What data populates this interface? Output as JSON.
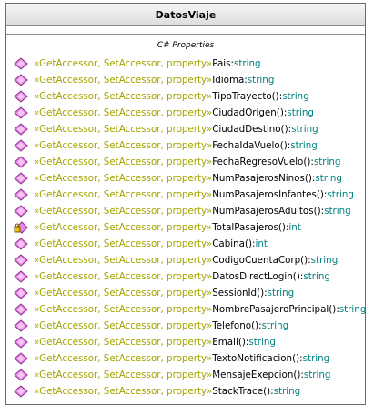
{
  "class_name": "DatosViaje",
  "section_title": "C# Properties",
  "colors": {
    "stereotype": "#a4a400",
    "type": "#008080",
    "icon_fill": "#e888e8",
    "icon_stroke": "#8a2f8a",
    "lock_fill": "#f0c000"
  },
  "members": [
    {
      "stereotype": "«GetAccessor, SetAccessor, property»",
      "name": "Pais",
      "params": "",
      "type": "string",
      "icon": "property-icon"
    },
    {
      "stereotype": "«GetAccessor, SetAccessor, property»",
      "name": "Idioma",
      "params": "",
      "type": "string",
      "icon": "property-icon"
    },
    {
      "stereotype": "«GetAccessor, SetAccessor, property»",
      "name": "TipoTrayecto",
      "params": "()",
      "type": "string",
      "icon": "property-icon"
    },
    {
      "stereotype": "«GetAccessor, SetAccessor, property»",
      "name": "CiudadOrigen",
      "params": "()",
      "type": "string",
      "icon": "property-icon"
    },
    {
      "stereotype": "«GetAccessor, SetAccessor, property»",
      "name": "CiudadDestino",
      "params": "()",
      "type": "string",
      "icon": "property-icon"
    },
    {
      "stereotype": "«GetAccessor, SetAccessor, property»",
      "name": "FechaIdaVuelo",
      "params": "()",
      "type": "string",
      "icon": "property-icon"
    },
    {
      "stereotype": "«GetAccessor, SetAccessor, property»",
      "name": "FechaRegresoVuelo",
      "params": "()",
      "type": "string",
      "icon": "property-icon"
    },
    {
      "stereotype": "«GetAccessor, SetAccessor, property»",
      "name": "NumPasajerosNinos",
      "params": "()",
      "type": "string",
      "icon": "property-icon"
    },
    {
      "stereotype": "«GetAccessor, SetAccessor, property»",
      "name": "NumPasajerosInfantes",
      "params": "()",
      "type": "string",
      "icon": "property-icon"
    },
    {
      "stereotype": "«GetAccessor, SetAccessor, property»",
      "name": "NumPasajerosAdultos",
      "params": "()",
      "type": "string",
      "icon": "property-icon"
    },
    {
      "stereotype": "«GetAccessor, SetAccessor, property»",
      "name": "TotalPasajeros",
      "params": " ()",
      "type": "int",
      "icon": "locked-property-icon"
    },
    {
      "stereotype": "«GetAccessor, SetAccessor, property»",
      "name": "Cabina",
      "params": "()",
      "type": "int",
      "icon": "property-icon"
    },
    {
      "stereotype": "«GetAccessor, SetAccessor, property»",
      "name": "CodigoCuentaCorp",
      "params": "()",
      "type": "string",
      "icon": "property-icon"
    },
    {
      "stereotype": "«GetAccessor, SetAccessor, property»",
      "name": "DatosDirectLogin",
      "params": "()",
      "type": "string",
      "icon": "property-icon"
    },
    {
      "stereotype": "«GetAccessor, SetAccessor, property»",
      "name": "SessionId",
      "params": "()",
      "type": "string",
      "icon": "property-icon"
    },
    {
      "stereotype": "«GetAccessor, SetAccessor, property»",
      "name": "NombrePasajeroPrincipal",
      "params": "()",
      "type": "string",
      "icon": "property-icon"
    },
    {
      "stereotype": "«GetAccessor, SetAccessor, property»",
      "name": "Telefono",
      "params": " ()",
      "type": "string",
      "icon": "property-icon"
    },
    {
      "stereotype": "«GetAccessor, SetAccessor, property»",
      "name": "Email",
      "params": "()",
      "type": "string",
      "icon": "property-icon"
    },
    {
      "stereotype": "«GetAccessor, SetAccessor, property»",
      "name": "TextoNotificacion",
      "params": " ()",
      "type": "string",
      "icon": "property-icon"
    },
    {
      "stereotype": "«GetAccessor, SetAccessor, property»",
      "name": "MensajeExepcion",
      "params": "()",
      "type": "string",
      "icon": "property-icon"
    },
    {
      "stereotype": "«GetAccessor, SetAccessor, property»",
      "name": "StackTrace",
      "params": "()",
      "type": "string",
      "icon": "property-icon"
    }
  ]
}
